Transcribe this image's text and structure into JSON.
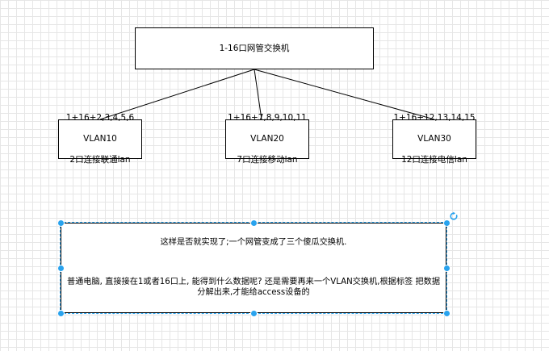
{
  "diagram": {
    "switch": {
      "label": "1-16口网管交换机"
    },
    "vlans": [
      {
        "line1": "1+16+2,3,4,5,6",
        "line2": "VLAN10",
        "line3": "2口连接联通lan"
      },
      {
        "line1": "1+16+7,8,9,10,11",
        "line2": "VLAN20",
        "line3": "7口连接移动lan"
      },
      {
        "line1": "1+16+12,13,14,15",
        "line2": "VLAN30",
        "line3": "12口连接电信lan"
      }
    ],
    "note": {
      "line1": "这样是否就实现了;一个网管变成了三个傻瓜交换机.",
      "line2": "普通电脑, 直接接在1或者16口上, 能得到什么数据呢? 还是需要再来一个VLAN交换机,根据标签 把数据分解出来,才能给access设备的"
    },
    "colors": {
      "selection": "#29a3ee",
      "stroke": "#000000",
      "grid": "#e6e6e6"
    },
    "icons": {
      "rotate": "rotate-icon",
      "resize": "resize-handle"
    }
  }
}
